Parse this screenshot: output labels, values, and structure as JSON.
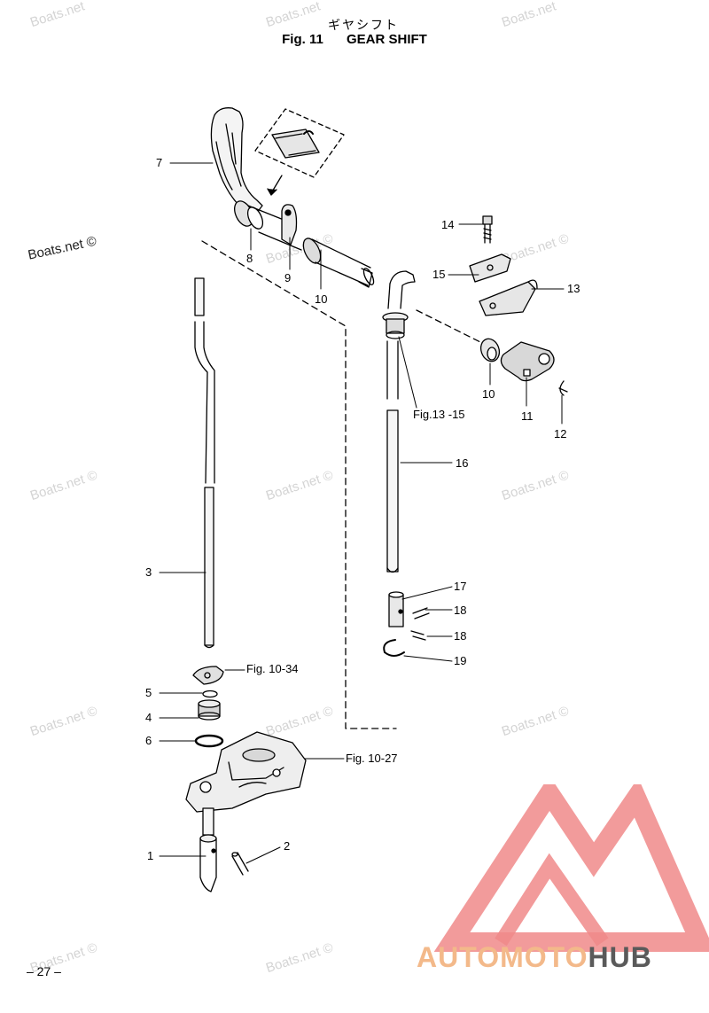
{
  "header": {
    "title_jp": "ギヤシフト",
    "fig_number": "Fig. 11",
    "fig_title": "GEAR SHIFT"
  },
  "watermark": {
    "text": "Boats.net",
    "text_copyright": "Boats.net ©"
  },
  "callouts": {
    "p1": "1",
    "p2": "2",
    "p3": "3",
    "p4": "4",
    "p5": "5",
    "p6": "6",
    "p7": "7",
    "p8": "8",
    "p9": "9",
    "p10a": "10",
    "p10b": "10",
    "p11": "11",
    "p12": "12",
    "p13": "13",
    "p14": "14",
    "p15": "15",
    "p16": "16",
    "p17": "17",
    "p18a": "18",
    "p18b": "18",
    "p19": "19",
    "ref_10_34": "Fig. 10-34",
    "ref_10_27": "Fig. 10-27",
    "ref_13_15": "Fig.13 -15"
  },
  "page_number": "– 27 –",
  "logo": {
    "part1": "AUTOMOTO",
    "part2": "HUB",
    "color_primary": "#f08a8a",
    "color_accent": "#f3b98a",
    "color_dark": "#5a5a5a"
  }
}
